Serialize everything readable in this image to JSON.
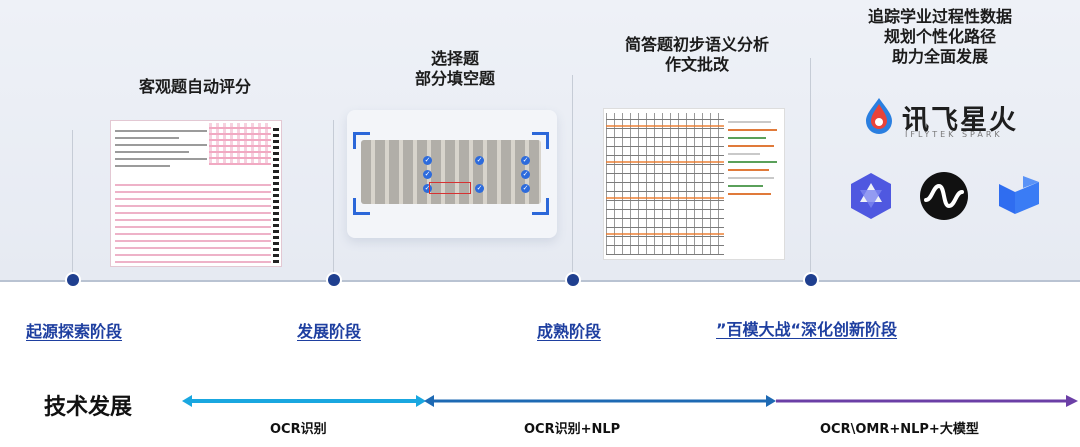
{
  "headings": {
    "objective": "客观题自动评分",
    "fillin": "选择题\n部分填空题",
    "essay": "简答题初步语义分析\n作文批改",
    "spark": "追踪学业过程性数据\n规划个性化路径\n助力全面发展"
  },
  "stages": [
    "起源探索阶段",
    "发展阶段",
    "成熟阶段",
    "”百模大战“深化创新阶段"
  ],
  "tech": {
    "title": "技术发展",
    "bands": [
      {
        "label": "OCR识别",
        "color": "#19a7e0"
      },
      {
        "label": "OCR识别+NLP",
        "color": "#1d69b3"
      },
      {
        "label": "OCR\\OMR+NLP+大模型",
        "color": "#6b3fa6"
      }
    ]
  },
  "brand": {
    "name": "讯飞星火",
    "sub": "IFLYTEK SPARK"
  },
  "colors": {
    "stage_text": "#1e3fa0",
    "dot": "#1f3f8f"
  },
  "icons": [
    "spark-drop-icon",
    "hexagon-star-icon",
    "wave-circle-icon",
    "blue-block-icon"
  ]
}
